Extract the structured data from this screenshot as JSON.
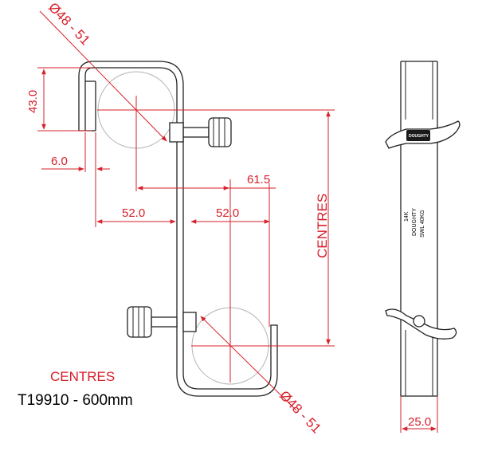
{
  "diagram": {
    "labels": {
      "diameter_top": "Ø48 - 51",
      "diameter_bottom": "Ø48 - 51",
      "height": "43.0",
      "lip": "6.0",
      "offset": "61.5",
      "left_span": "52.0",
      "right_span": "52.0",
      "centres_vertical": "CENTRES",
      "width": "25.0"
    },
    "caption": {
      "centres": "CENTRES",
      "model": "T19910 - 600mm"
    },
    "side_view": {
      "engraving": [
        "14K",
        "DOUGHTY",
        "SWL 40KG"
      ],
      "tag": "DOUGHTY"
    },
    "colors": {
      "dimension": "#d6202a",
      "outline": "#222222",
      "tube": "#b4b4b4"
    }
  }
}
